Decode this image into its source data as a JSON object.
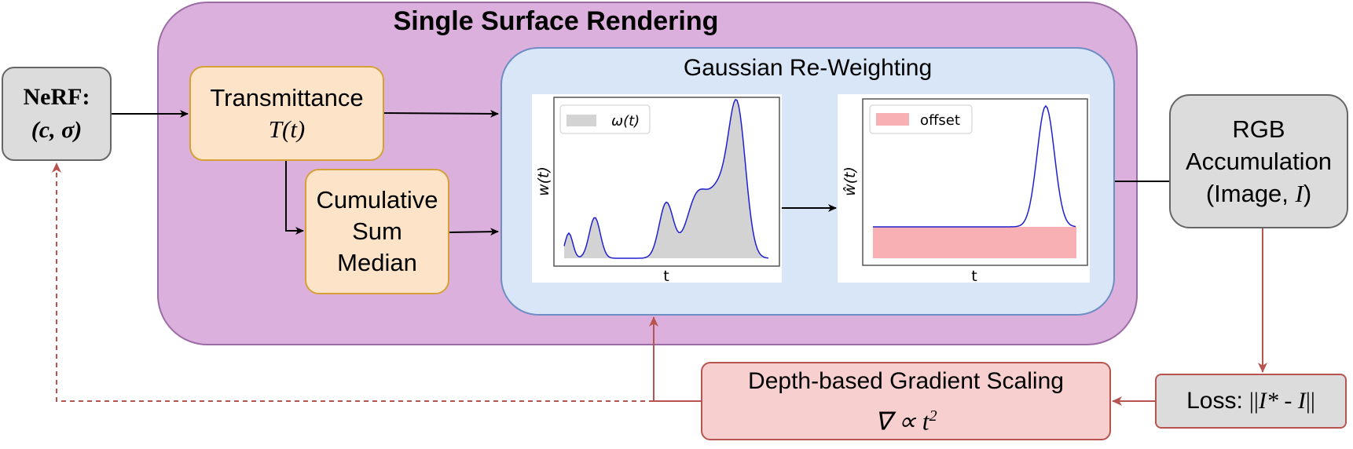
{
  "container": {
    "title": "Single Surface Rendering"
  },
  "nerf": {
    "line1": "NeRF:",
    "line2": "(c, σ)"
  },
  "transmittance": {
    "label": "Transmittance",
    "formula": "T(t)"
  },
  "cumulative": {
    "line1": "Cumulative",
    "line2": "Sum",
    "line3": "Median"
  },
  "gaussian": {
    "title": "Gaussian Re-Weighting"
  },
  "plot1": {
    "legend": "ω(t)",
    "xlabel": "t",
    "ylabel": "w(t)"
  },
  "plot2": {
    "legend": "offset",
    "xlabel": "t",
    "ylabel": "ŵ(t)"
  },
  "rgb": {
    "line1": "RGB",
    "line2": "Accumulation",
    "line3a": "(Image, ",
    "line3b": "I",
    "line3c": ")"
  },
  "loss": {
    "label": "Loss:",
    "f1": "||",
    "f2": "I*",
    "f3": " - ",
    "f4": "I",
    "f5": "||"
  },
  "depth": {
    "label": "Depth-based Gradient Scaling",
    "formula": "∇ ∝ t",
    "exponent": "2"
  },
  "colors": {
    "weight_fill": "#d3d3d3",
    "curve": "#2020d0",
    "offset_fill": "#f8b0b4",
    "arrow_black": "#000000",
    "arrow_red": "#b85450"
  }
}
